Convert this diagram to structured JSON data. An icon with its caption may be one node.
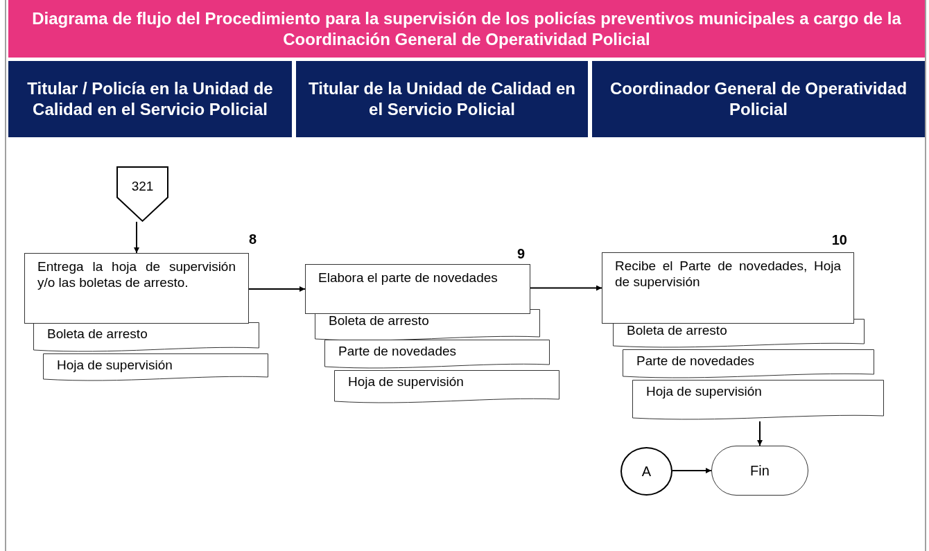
{
  "diagram": {
    "title": "Diagrama de flujo del Procedimiento para la supervisión de los policías preventivos municipales a cargo de la Coordinación General de Operatividad Policial",
    "nodes": [
      {
        "text": [
          "Titular / Policía en la Unidad de Calidad en el Servicio Policial"
        ]
      },
      {
        "text": [
          "Titular de la Unidad de Calidad en el Servicio Policial"
        ]
      },
      {
        "text": [
          "Coordinador General de Operatividad Policial"
        ]
      },
      {
        "text": [
          "321"
        ]
      },
      {
        "text": [
          "Entrega la hoja de supervisión y/o las boletas de arresto."
        ],
        "beside": [
          "8"
        ]
      },
      {
        "text": [
          "Boleta de arresto"
        ]
      },
      {
        "text": [
          "Hoja de supervisión"
        ]
      },
      {
        "text": [
          "Elabora el parte de novedades"
        ],
        "beside": [
          "9"
        ]
      },
      {
        "text": [
          "Boleta de arresto"
        ]
      },
      {
        "text": [
          "Parte de novedades"
        ]
      },
      {
        "text": [
          "Hoja de supervisión"
        ]
      },
      {
        "text": [
          "Recibe el Parte de novedades, Hoja de supervisión"
        ],
        "beside": [
          "10"
        ]
      },
      {
        "text": [
          "Boleta de arresto"
        ]
      },
      {
        "text": [
          "Parte de novedades"
        ]
      },
      {
        "text": [
          "Hoja de supervisión"
        ]
      },
      {
        "text": [
          "A"
        ]
      },
      {
        "text": [
          "Fin"
        ]
      }
    ],
    "edges": [
      {
        "from": 3,
        "to": 4,
        "arrow": "to"
      },
      {
        "from": 4,
        "to": 7,
        "arrow": "to"
      },
      {
        "from": 7,
        "to": 11,
        "arrow": "to"
      },
      {
        "from": 14,
        "to": 16,
        "arrow": "to"
      },
      {
        "from": 15,
        "to": 16,
        "arrow": "to"
      }
    ]
  }
}
